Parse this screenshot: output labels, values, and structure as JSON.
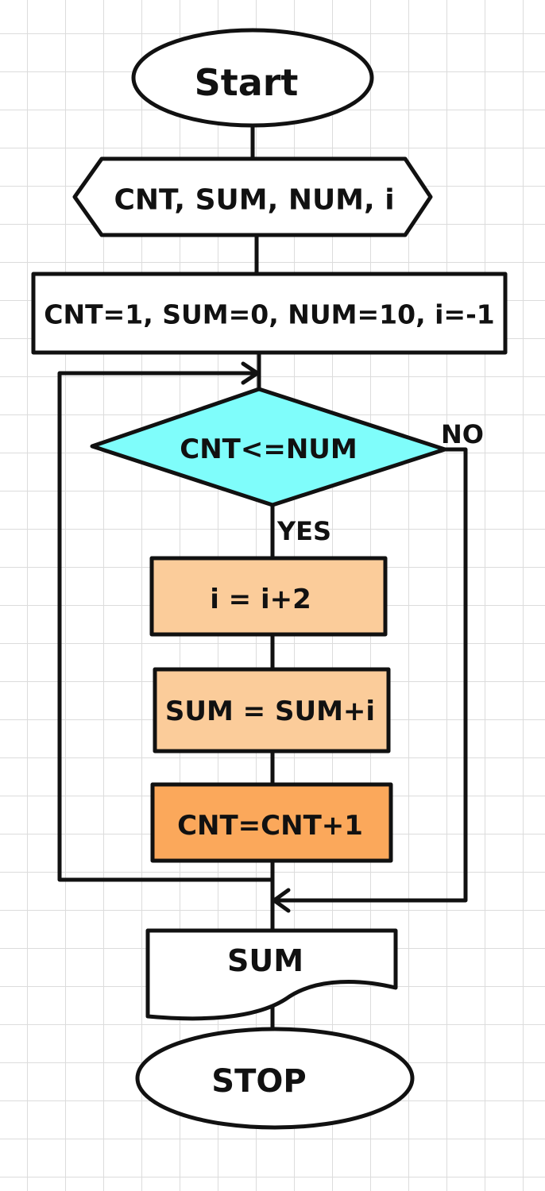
{
  "diagram": {
    "colors": {
      "stroke": "#111111",
      "decision_fill": "#7ffdfb",
      "light_orange": "#fbcc9a",
      "orange": "#fba85b",
      "white": "#ffffff"
    },
    "nodes": {
      "start": {
        "label": "Start",
        "shape": "ellipse"
      },
      "declare": {
        "label": "CNT, SUM, NUM, i",
        "shape": "hexagon"
      },
      "init": {
        "label": "CNT=1, SUM=0, NUM=10, i=-1",
        "shape": "rectangle"
      },
      "condition": {
        "label": "CNT<=NUM",
        "shape": "diamond"
      },
      "step_i": {
        "label": "i = i+2",
        "shape": "rectangle"
      },
      "step_sum": {
        "label": "SUM = SUM+i",
        "shape": "rectangle"
      },
      "step_cnt": {
        "label": "CNT=CNT+1",
        "shape": "rectangle"
      },
      "output": {
        "label": "SUM",
        "shape": "document"
      },
      "stop": {
        "label": "STOP",
        "shape": "ellipse"
      }
    },
    "edges": [
      {
        "from": "start",
        "to": "declare"
      },
      {
        "from": "declare",
        "to": "init"
      },
      {
        "from": "init",
        "to": "condition"
      },
      {
        "from": "condition",
        "to": "step_i",
        "label": "YES"
      },
      {
        "from": "step_i",
        "to": "step_sum"
      },
      {
        "from": "step_sum",
        "to": "step_cnt"
      },
      {
        "from": "step_cnt",
        "to": "condition",
        "note": "loop back"
      },
      {
        "from": "condition",
        "to": "output",
        "label": "NO"
      },
      {
        "from": "output",
        "to": "stop"
      }
    ],
    "branch_labels": {
      "yes": "YES",
      "no": "NO"
    }
  }
}
